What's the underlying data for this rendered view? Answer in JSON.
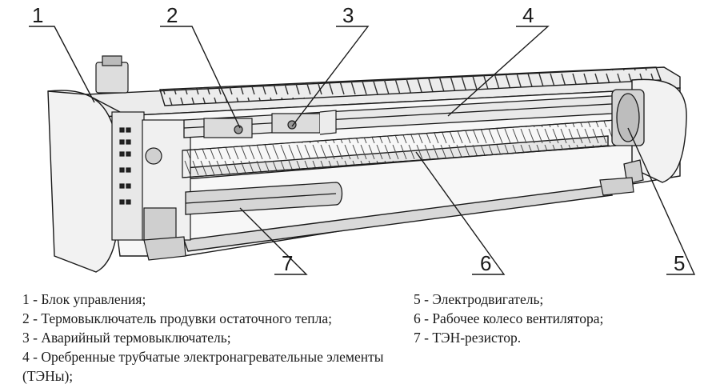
{
  "callouts": [
    "1",
    "2",
    "3",
    "4",
    "5",
    "6",
    "7"
  ],
  "legend": {
    "left": [
      "1 - Блок управления;",
      "2 - Термовыключатель продувки остаточного тепла;",
      "3 - Аварийный термовыключатель;",
      "4 - Оребренные трубчатые электронагревательные элементы (ТЭНы);"
    ],
    "right": [
      "5 - Электродвигатель;",
      "6 - Рабочее колесо вентилятора;",
      "7 - ТЭН-резистор."
    ]
  },
  "colors": {
    "line": "#1a1a1a",
    "fill_light": "#f4f4f4",
    "fill_mid": "#dcdcdc",
    "fill_dark": "#b0b0b0"
  }
}
